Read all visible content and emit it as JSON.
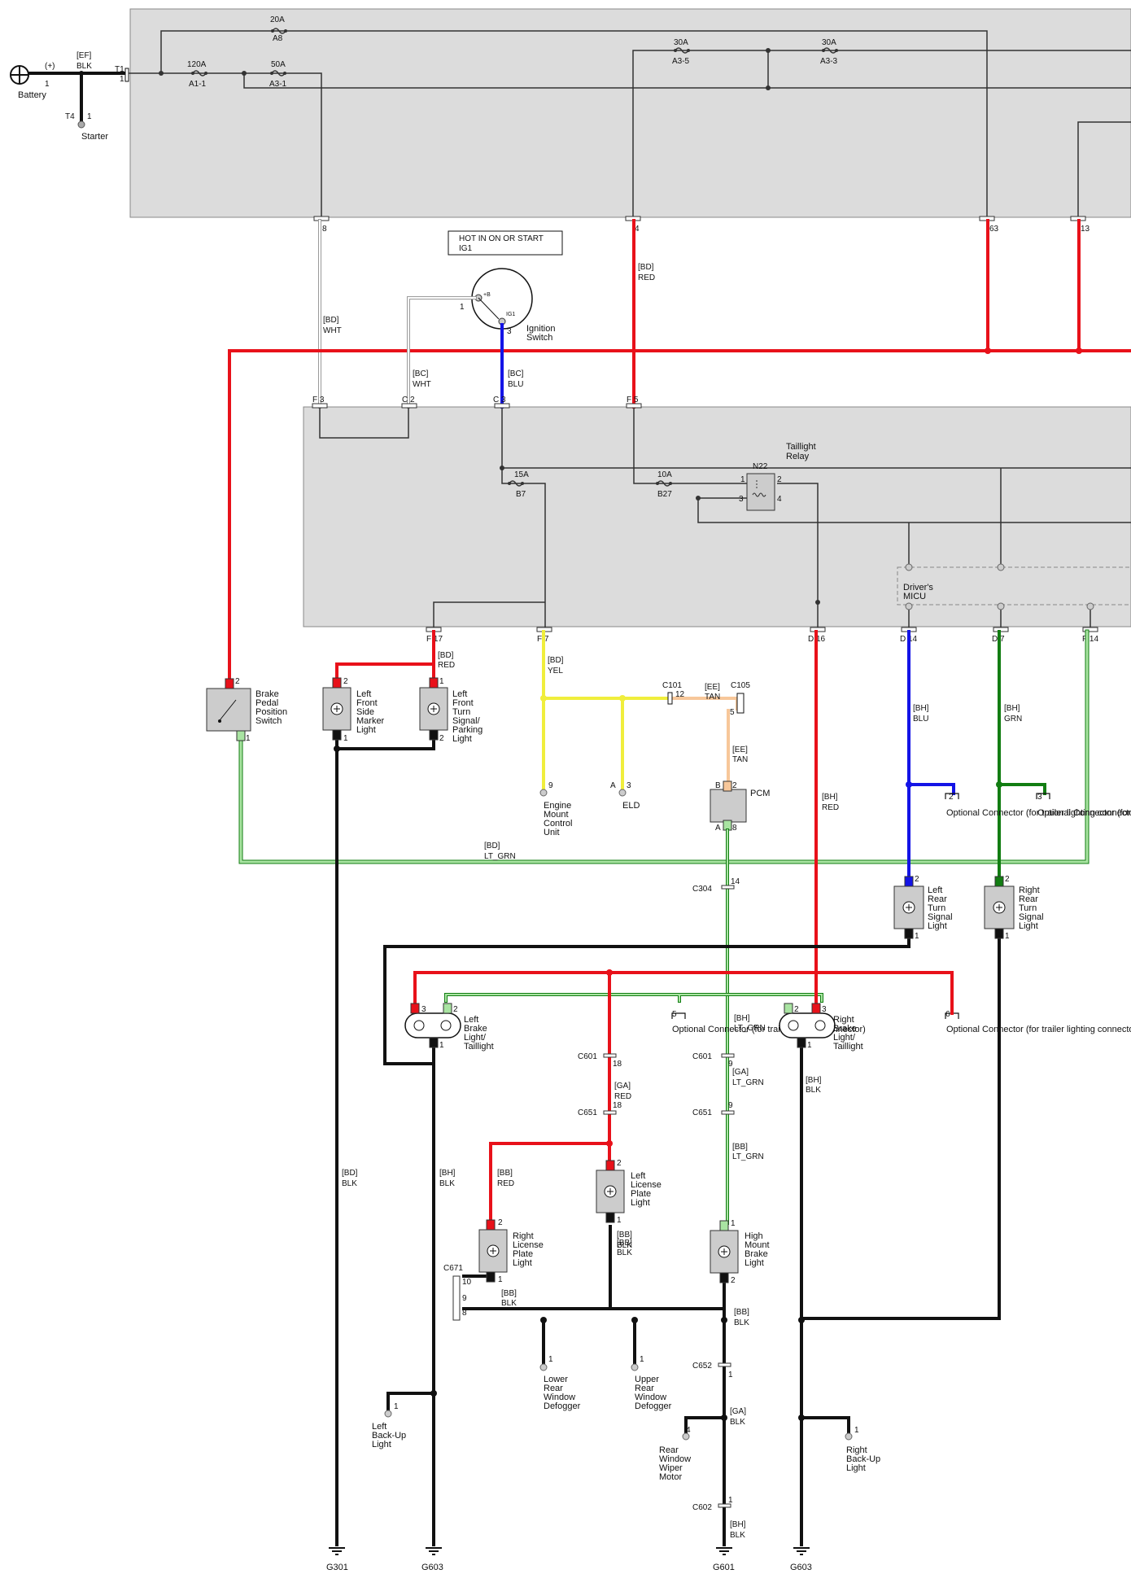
{
  "source": {
    "battery": "Battery",
    "battery_plus": "(+)",
    "battery_pin": "1",
    "ef_wire": "[EF]",
    "ef_color": "BLK",
    "t1": "T1",
    "t1_pin": "1",
    "t4": "T4",
    "t4_pin": "1",
    "starter": "Starter"
  },
  "fuses": {
    "a8_rating": "20A",
    "a8_name": "A8",
    "a11_rating": "120A",
    "a11_name": "A1-1",
    "a31_rating": "50A",
    "a31_name": "A3-1",
    "a35_rating": "30A",
    "a35_name": "A3-5",
    "a33_rating": "30A",
    "a33_name": "A3-3",
    "b7_rating": "15A",
    "b7_name": "B7",
    "b27_rating": "10A",
    "b27_name": "B27"
  },
  "pins": {
    "p8": "8",
    "p4": "4",
    "p63": "63",
    "p13": "13",
    "f3": "F 3",
    "c2": "C 2",
    "c3": "C 3",
    "f5": "F 5",
    "f17": "F 17",
    "f7": "F 7",
    "d16": "D 16",
    "d14": "D 14",
    "d7": "D 7",
    "f14": "F 14"
  },
  "hot_box": {
    "line1": "HOT IN ON OR START",
    "line2": "IG1"
  },
  "ignition": {
    "name1": "Ignition",
    "name2": "Switch",
    "pin_b": "+B",
    "pin_ig1": "IG1",
    "pin1": "1",
    "pin3": "3"
  },
  "wires": {
    "w8_code": "[BD]",
    "w8_color": "WHT",
    "w4_code": "[BD]",
    "w4_color": "RED",
    "wc2_code": "[BC]",
    "wc2_color": "WHT",
    "wc3_code": "[BC]",
    "wc3_color": "BLU",
    "wf7_code": "[BD]",
    "wf7_color": "YEL",
    "wf17_code": "[BD]",
    "wf17_color": "RED",
    "wtan1_code": "[EE]",
    "wtan1_color": "TAN",
    "wtan2_code": "[EE]",
    "wtan2_color": "TAN",
    "wd16_code": "[BH]",
    "wd16_color": "RED",
    "wd14_code": "[BH]",
    "wd14_color": "BLU",
    "wd7_code": "[BH]",
    "wd7_color": "GRN",
    "wltgrn_code": "[BD]",
    "wltgrn_color": "LT_GRN",
    "wbh_ltgrn_code": "[BH]",
    "wbh_ltgrn_color": "LT_GRN",
    "wga_ltgrn_code": "[GA]",
    "wga_ltgrn_color": "LT_GRN",
    "wbb_ltgrn_code": "[BB]",
    "wbb_ltgrn_color": "LT_GRN",
    "wga_red_code": "[GA]",
    "wga_red_color": "RED",
    "wbb_red_code": "[BB]",
    "wbb_red_color": "RED",
    "wbd_blk_code": "[BD]",
    "wbd_blk_color": "BLK",
    "wbh_blk1_code": "[BH]",
    "wbh_blk1_color": "BLK",
    "wbh_blk2_code": "[BH]",
    "wbh_blk2_color": "BLK",
    "wbb_blk1_code": "[BB]",
    "wbb_blk1_color": "BLK",
    "wbb_blk2_code": "[BB]",
    "wbb_blk2_color": "BLK",
    "wbb_blk3_code": "[BB]",
    "wbb_blk3_color": "BLK",
    "wga_blk_code": "[GA]",
    "wga_blk_color": "BLK",
    "wbh_blk3_code": "[BH]",
    "wbh_blk3_color": "BLK"
  },
  "relay": {
    "name1": "Taillight",
    "name2": "Relay",
    "id": "N22",
    "p1": "1",
    "p2": "2",
    "p3": "3",
    "p4": "4"
  },
  "micu": {
    "name1": "Driver's",
    "name2": "MICU"
  },
  "components": {
    "brake_switch": [
      "Brake",
      "Pedal",
      "Position",
      "Switch"
    ],
    "left_front_marker": [
      "Left",
      "Front",
      "Side",
      "Marker",
      "Light"
    ],
    "left_front_turn": [
      "Left",
      "Front",
      "Turn",
      "Signal/",
      "Parking",
      "Light"
    ],
    "emcu": [
      "Engine",
      "Mount",
      "Control",
      "Unit"
    ],
    "eld": "ELD",
    "pcm": "PCM",
    "left_rear_turn": [
      "Left",
      "Rear",
      "Turn",
      "Signal",
      "Light"
    ],
    "right_rear_turn": [
      "Right",
      "Rear",
      "Turn",
      "Signal",
      "Light"
    ],
    "left_brake": [
      "Left",
      "Brake",
      "Light/",
      "Taillight"
    ],
    "right_brake": [
      "Right",
      "Brake",
      "Light/",
      "Taillight"
    ],
    "left_license": [
      "Left",
      "License",
      "Plate",
      "Light"
    ],
    "right_license": [
      "Right",
      "License",
      "Plate",
      "Light"
    ],
    "hmbl": [
      "High",
      "Mount",
      "Brake",
      "Light"
    ],
    "lower_defog": [
      "Lower",
      "Rear",
      "Window",
      "Defogger"
    ],
    "upper_defog": [
      "Upper",
      "Rear",
      "Window",
      "Defogger"
    ],
    "wiper": [
      "Rear",
      "Window",
      "Wiper",
      "Motor"
    ],
    "left_backup": [
      "Left",
      "Back-Up",
      "Light"
    ],
    "right_backup": [
      "Right",
      "Back-Up",
      "Light"
    ]
  },
  "connectors": {
    "c101": "C101",
    "c101_pin": "12",
    "c105": "C105",
    "c105_pin": "5",
    "c304": "C304",
    "c304_pin": "14",
    "c601a": "C601",
    "c601a_pin": "18",
    "c651a": "C651",
    "c651a_pin": "18",
    "c601b": "C601",
    "c601b_pin": "9",
    "c651b": "C651",
    "c651b_pin": "9",
    "c671": "C671",
    "c671_p10": "10",
    "c671_p9": "9",
    "c671_p8": "8",
    "c652": "C652",
    "c652_pin": "1",
    "c602": "C602",
    "c602_pin": "1"
  },
  "optional": {
    "opt2": "Optional Connector (for trailer lighting connector)",
    "opt2_overlap": "Optional Connector (for trailer lighting connector)",
    "opt5": "Optional Connector (for trailer lighting connector)",
    "opt6": "Optional Connector (for trailer lighting connector)",
    "opt2_pin": "2",
    "opt3_pin": "3",
    "opt5_pin": "5",
    "opt6_pin": "6"
  },
  "grounds": {
    "g301": "G301",
    "g603a": "G603",
    "g601": "G601",
    "g603b": "G603"
  },
  "pin_labels": {
    "emcu_pin": "9",
    "eld_pin_a": "A",
    "eld_pin": "3",
    "pcm_b": "B",
    "pcm_b_pin": "2",
    "pcm_a": "A",
    "pcm_a_pin": "8",
    "n1": "1",
    "n2": "2",
    "n3": "3",
    "n4": "4"
  },
  "colors": {
    "red": "#e8111a",
    "blue": "#1414e6",
    "green": "#127d12",
    "ltgrn": "#a9e4a2",
    "yellow": "#f0ee3c",
    "tan": "#f7c79a",
    "white_wire": "#9a9a9a",
    "black": "#111111",
    "box": "#dcdcdc"
  }
}
